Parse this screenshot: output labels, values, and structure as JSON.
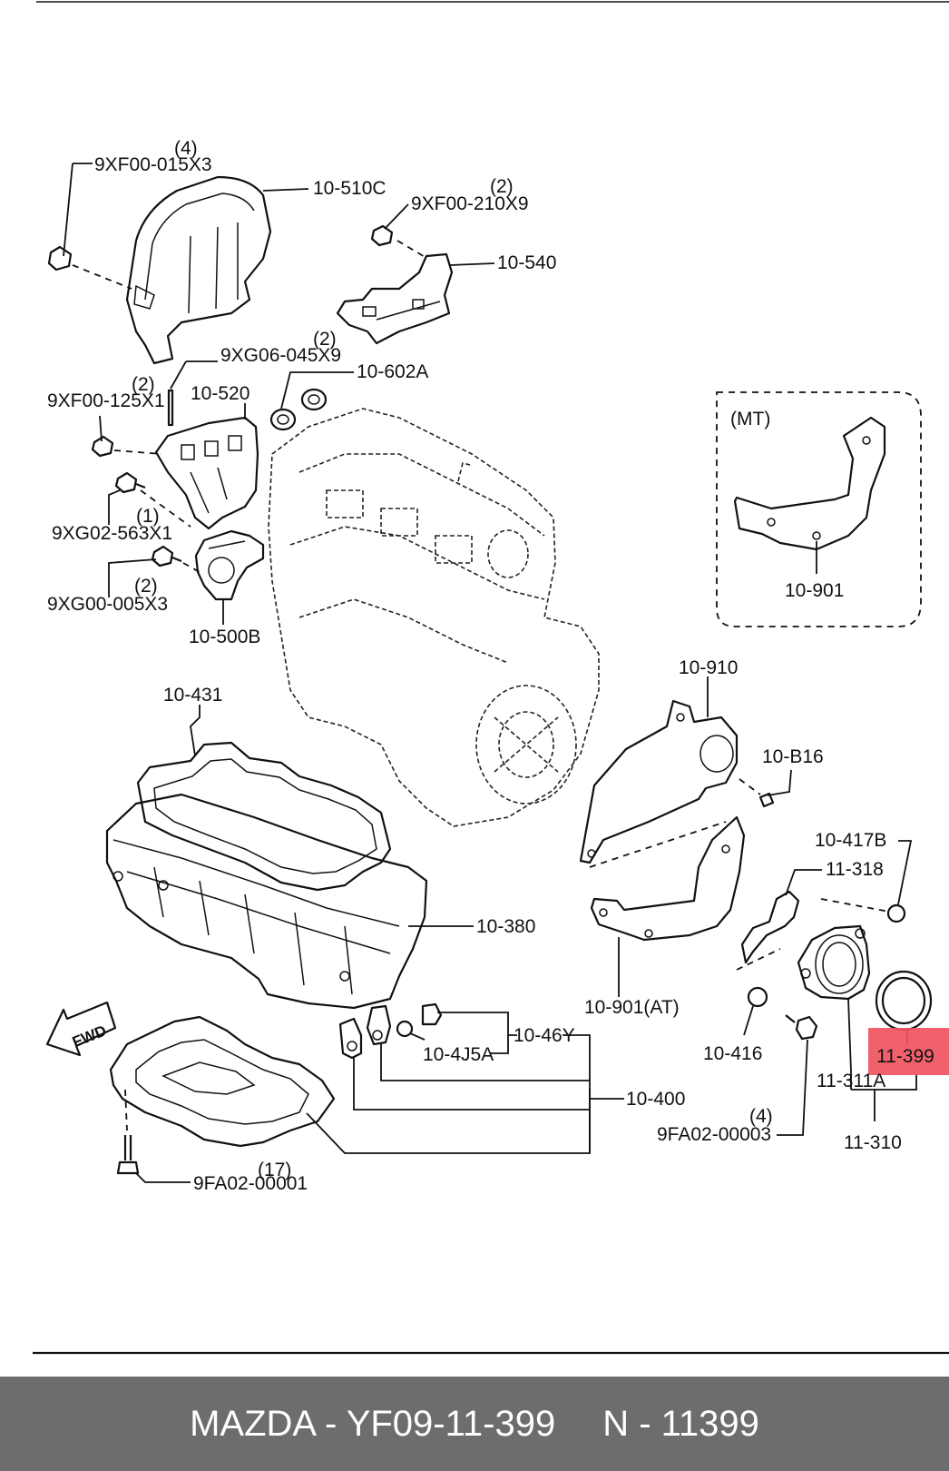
{
  "labels": {
    "qty_9xf00_015x3": "(4)",
    "p_9xf00_015x3": "9XF00-015X3",
    "p_10_510c": "10-510C",
    "qty_9xf00_210x9": "(2)",
    "p_9xf00_210x9": "9XF00-210X9",
    "p_10_540": "10-540",
    "qty_9xg06_045x9": "(2)",
    "p_9xg06_045x9": "9XG06-045X9",
    "p_10_602a": "10-602A",
    "qty_9xf00_125x1": "(2)",
    "p_9xf00_125x1": "9XF00-125X1",
    "p_10_520": "10-520",
    "qty_9xg02_563x1": "(1)",
    "p_9xg02_563x1": "9XG02-563X1",
    "qty_9xg00_005x3": "(2)",
    "p_9xg00_005x3": "9XG00-005X3",
    "p_10_500b": "10-500B",
    "p_10_431": "10-431",
    "mt_tag": "(MT)",
    "p_10_901_mt": "10-901",
    "p_10_910": "10-910",
    "p_10_b16": "10-B16",
    "p_10_417b": "10-417B",
    "p_11_318": "11-318",
    "p_10_380": "10-380",
    "p_10_901_at": "10-901(AT)",
    "fwd_tag": "FWD",
    "p_10_4j5a": "10-4J5A",
    "p_10_46y": "10-46Y",
    "p_10_416": "10-416",
    "p_11_399": "11-399",
    "p_11_311a": "11-311A",
    "p_10_400": "10-400",
    "qty_9fa02_00003": "(4)",
    "p_9fa02_00003": "9FA02-00003",
    "p_11_310": "11-310",
    "qty_9fa02_00001": "(17)",
    "p_9fa02_00001": "9FA02-00001"
  },
  "highlight": {
    "part": "11-399",
    "color": "#f0545f"
  },
  "footer": {
    "part_info": "MAZDA - YF09-11-399",
    "ref_info": "N - 11399",
    "background": "#6d6d6d"
  }
}
